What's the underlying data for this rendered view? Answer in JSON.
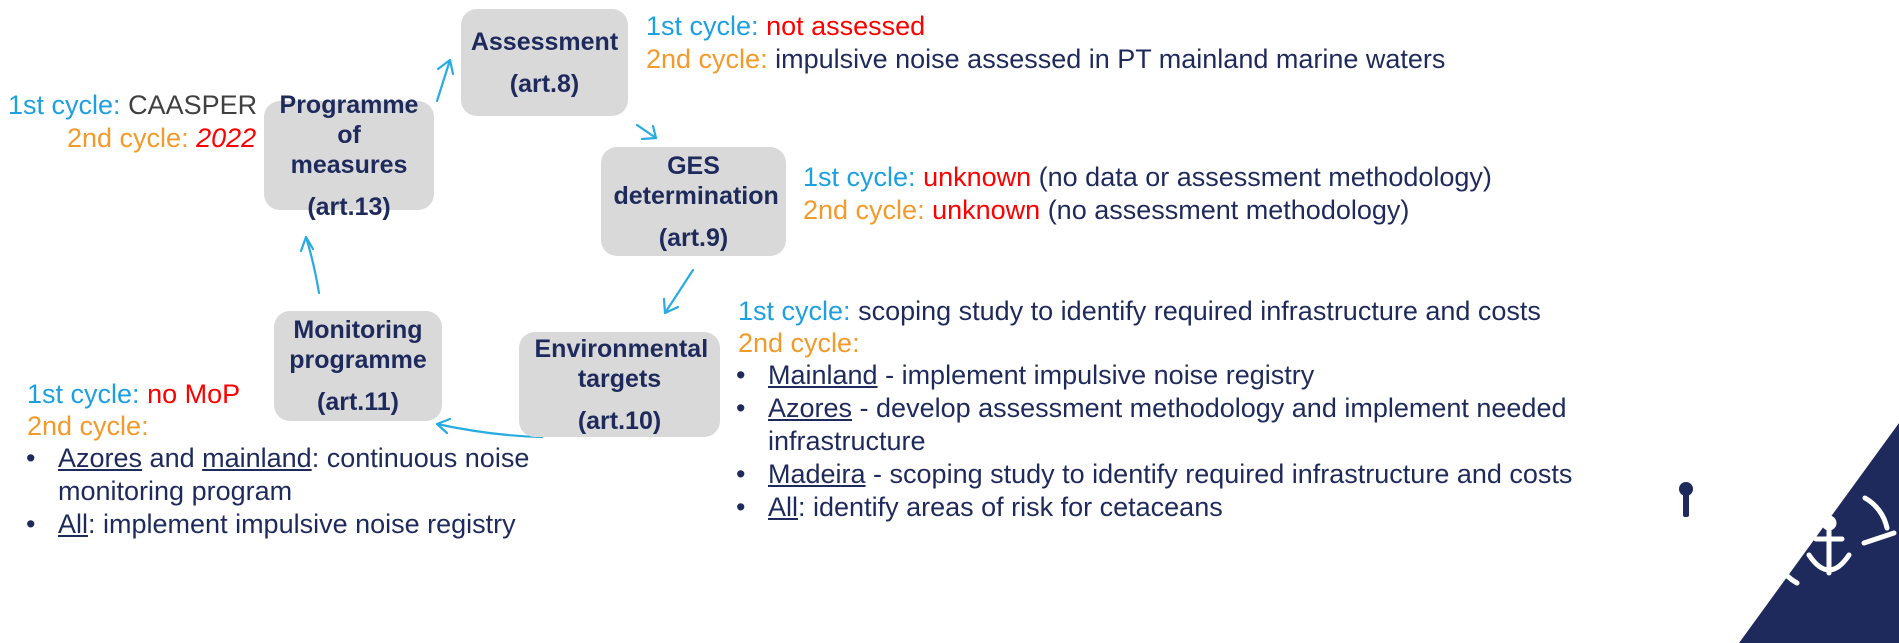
{
  "boxes": {
    "assessment": {
      "title": "Assessment",
      "ref": "(art.8)"
    },
    "ges": {
      "title": "GES determination",
      "ref": "(art.9)"
    },
    "targets": {
      "title": "Environmental targets",
      "ref": "(art.10)"
    },
    "monitoring": {
      "title": "Monitoring programme",
      "ref": "(art.11)"
    },
    "measures": {
      "title": "Programme of measures",
      "ref": "(art.13)"
    }
  },
  "labels": {
    "cycle1": "1st cycle:",
    "cycle2": "2nd cycle:"
  },
  "assessment_note": {
    "c1_value": "not assessed",
    "c2_value": "impulsive noise assessed in PT mainland marine waters"
  },
  "measures_note": {
    "c1_value": "CAASPER",
    "c2_value": "2022"
  },
  "ges_note": {
    "c1_red": "unknown",
    "c1_rest": " (no data or assessment methodology)",
    "c2_red": "unknown",
    "c2_rest": " (no assessment methodology)"
  },
  "targets_note": {
    "c1_value": "scoping study to identify required infrastructure and costs",
    "bullets": [
      {
        "region": "Mainland",
        "text": " - implement impulsive noise registry"
      },
      {
        "region": "Azores",
        "text": " - develop assessment methodology and implement needed infrastructure"
      },
      {
        "region": "Madeira",
        "text": " -  scoping study to identify required infrastructure and costs"
      },
      {
        "region": "All",
        "text": ": identify areas of risk for cetaceans"
      }
    ]
  },
  "monitoring_note": {
    "c1_value": "no MoP",
    "bullet1": {
      "region_a": "Azores",
      "joiner": " and ",
      "region_b": "mainland",
      "text": ": continuous noise monitoring program"
    },
    "bullet2": {
      "region": "All",
      "text": ": implement impulsive noise registry"
    }
  },
  "colors": {
    "box_fill": "#d9d9d9",
    "box_text": "#1f2a5c",
    "first_cycle": "#1ea0e0",
    "second_cycle": "#f39a2b",
    "highlight": "#ff0000",
    "arrow": "#29abe2",
    "logo": "#1f2a5c"
  },
  "icons": [
    "anchor-icon",
    "pin-icon"
  ]
}
